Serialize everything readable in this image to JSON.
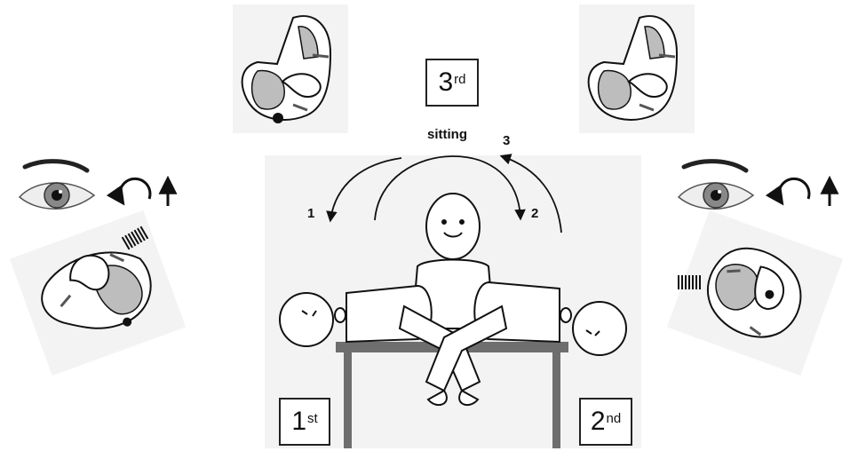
{
  "stages": {
    "first": {
      "num": "1",
      "sup": "st"
    },
    "second": {
      "num": "2",
      "sup": "nd"
    },
    "third": {
      "num": "3",
      "sup": "rd"
    }
  },
  "arrow_labels": {
    "a1": "1",
    "a2": "2",
    "a3": "3"
  },
  "sitting_label": "sitting",
  "icons": [
    "ear-labyrinth-icon",
    "eye-icon",
    "rotation-arrow-icon",
    "up-arrow-icon",
    "nystagmus-lines-icon"
  ],
  "colors": {
    "line": "#111111",
    "fill_gray": "#bdbdbd",
    "panel": "#f3f3f3",
    "table": "#6e6e6e"
  }
}
